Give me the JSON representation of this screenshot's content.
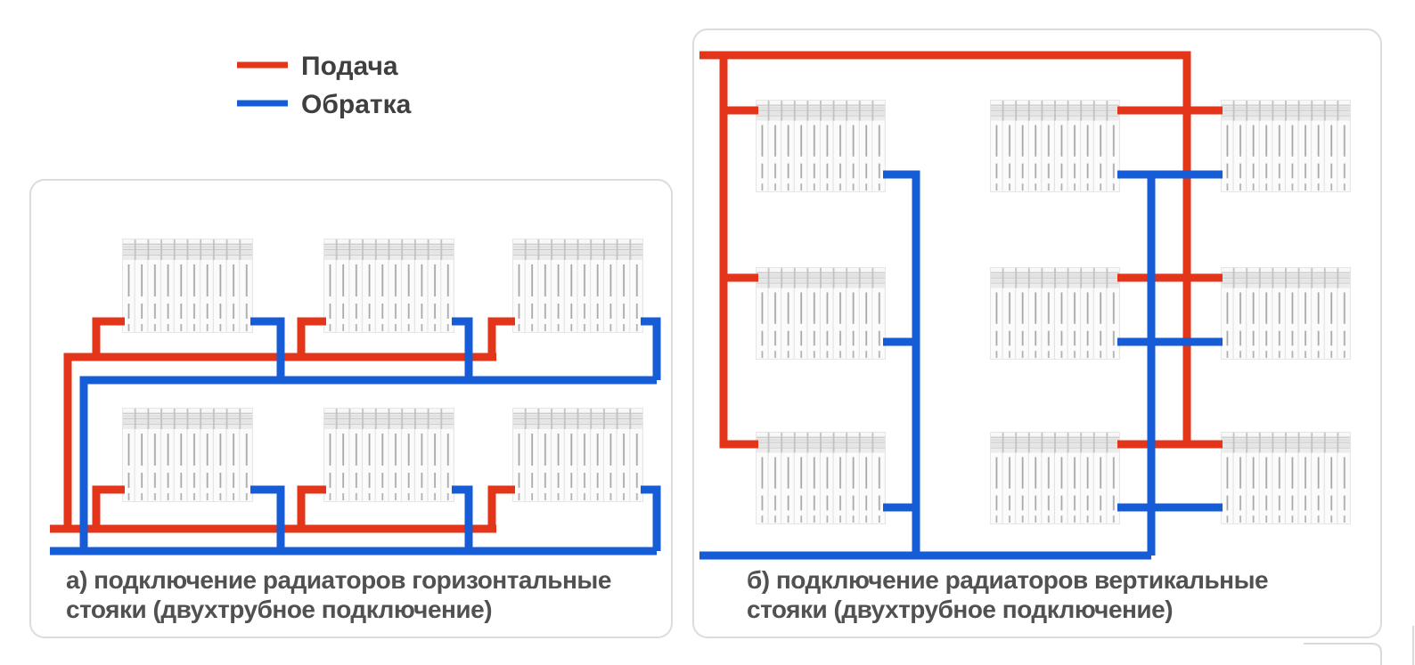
{
  "colors": {
    "supply": "#e23519",
    "return": "#155cd6",
    "legend_text": "#3f3f3f",
    "caption_text": "#515151",
    "panel_border": "#dcdcdc",
    "background": "#ffffff",
    "watermark": "#d9d9d9"
  },
  "legend": {
    "items": [
      {
        "id": "supply",
        "label": "Подача"
      },
      {
        "id": "return",
        "label": "Обратка"
      }
    ]
  },
  "panels": [
    {
      "id": "a",
      "scheme": "horizontal-risers",
      "pipe_type": "two-pipe",
      "radiators": {
        "rows": 2,
        "cols": 3,
        "count": 6
      },
      "caption": {
        "line1": "а) подключение радиаторов горизонтальные",
        "line2": "стояки (двухтрубное подключение)"
      }
    },
    {
      "id": "b",
      "scheme": "vertical-risers",
      "pipe_type": "two-pipe",
      "radiators": {
        "rows": 3,
        "cols": 3,
        "count": 9
      },
      "caption": {
        "line1": "б) подключение радиаторов вертикальные",
        "line2": "стояки (двухтрубное подключение)"
      }
    }
  ]
}
